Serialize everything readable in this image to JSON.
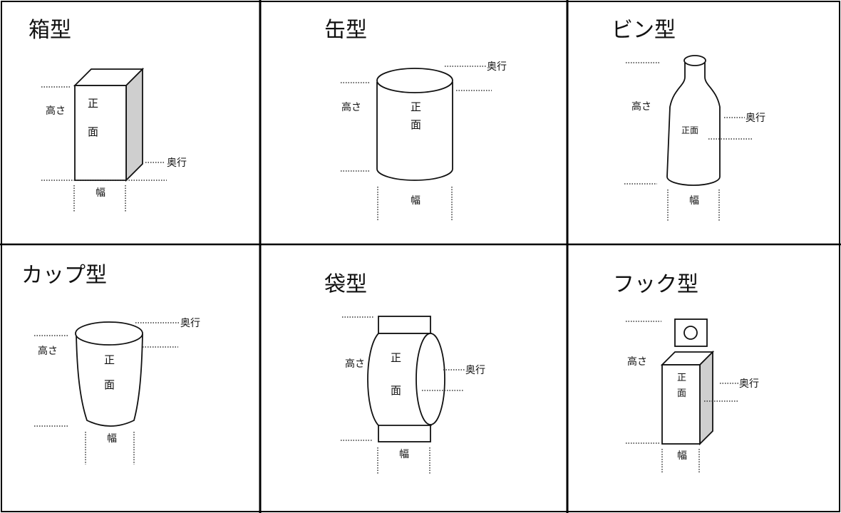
{
  "labels": {
    "height": "高さ",
    "depth": "奥行",
    "width": "幅",
    "front_top": "正",
    "front_bottom": "面",
    "front_inline": "正面"
  },
  "cells": {
    "box": {
      "title": "箱型"
    },
    "can": {
      "title": "缶型"
    },
    "bottle": {
      "title": "ビン型"
    },
    "cup": {
      "title": "カップ型"
    },
    "bag": {
      "title": "袋型"
    },
    "hook": {
      "title": "フック型"
    }
  },
  "colors": {
    "line": "#111111",
    "side_shade": "#cfcfcf",
    "border": "#000000"
  }
}
